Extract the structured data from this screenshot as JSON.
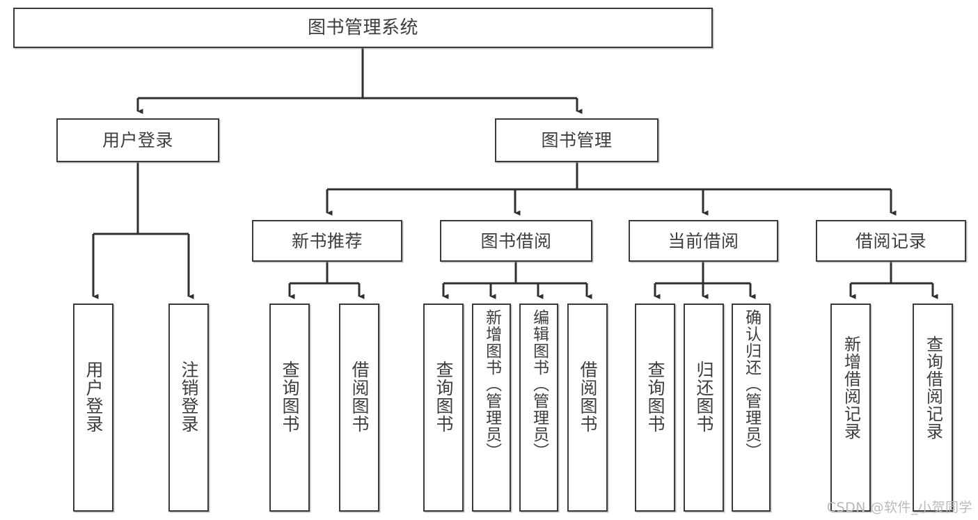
{
  "diagram": {
    "type": "tree-hierarchy",
    "title": "图书管理系统",
    "watermark": "CSDN @软件_小贺同学",
    "colors": {
      "box_border": "#3a3a3a",
      "box_fill": "#ffffff",
      "edge": "#2f2f2f",
      "text": "#3d3d3d",
      "watermark": "#b9b9b9",
      "background": "#ffffff"
    },
    "nodes": {
      "root": {
        "label": "图书管理系统",
        "level": 1
      },
      "user_login": {
        "label": "用户登录",
        "level": 2
      },
      "book_manage": {
        "label": "图书管理",
        "level": 2
      },
      "new_book_rec": {
        "label": "新书推荐",
        "level": 3
      },
      "book_borrow": {
        "label": "图书借阅",
        "level": 3
      },
      "current_borrow": {
        "label": "当前借阅",
        "level": 3
      },
      "borrow_record": {
        "label": "借阅记录",
        "level": 3
      },
      "leaf_user_login": {
        "label": "用户登录",
        "level": 4
      },
      "leaf_logout_login": {
        "label": "注销登录",
        "level": 4
      },
      "leaf_query_book_a": {
        "label": "查询图书",
        "level": 4
      },
      "leaf_borrow_book_a": {
        "label": "借阅图书",
        "level": 4
      },
      "leaf_query_book_b": {
        "label": "查询图书",
        "level": 4
      },
      "leaf_add_book": {
        "label": "新增图书（管理员）",
        "level": 4
      },
      "leaf_edit_book": {
        "label": "编辑图书（管理员）",
        "level": 4
      },
      "leaf_borrow_book_b": {
        "label": "借阅图书",
        "level": 4
      },
      "leaf_query_book_c": {
        "label": "查询图书",
        "level": 4
      },
      "leaf_return_book": {
        "label": "归还图书",
        "level": 4
      },
      "leaf_confirm_return": {
        "label": "确认归还（管理员）",
        "level": 4
      },
      "leaf_add_record": {
        "label": "新增借阅记录",
        "level": 4
      },
      "leaf_query_record": {
        "label": "查询借阅记录",
        "level": 4
      }
    },
    "edges": [
      {
        "from": "root",
        "to": "user_login"
      },
      {
        "from": "root",
        "to": "book_manage"
      },
      {
        "from": "user_login",
        "to": "leaf_user_login"
      },
      {
        "from": "user_login",
        "to": "leaf_logout_login"
      },
      {
        "from": "book_manage",
        "to": "new_book_rec"
      },
      {
        "from": "book_manage",
        "to": "book_borrow"
      },
      {
        "from": "book_manage",
        "to": "current_borrow"
      },
      {
        "from": "book_manage",
        "to": "borrow_record"
      },
      {
        "from": "new_book_rec",
        "to": "leaf_query_book_a"
      },
      {
        "from": "new_book_rec",
        "to": "leaf_borrow_book_a"
      },
      {
        "from": "book_borrow",
        "to": "leaf_query_book_b"
      },
      {
        "from": "book_borrow",
        "to": "leaf_add_book"
      },
      {
        "from": "book_borrow",
        "to": "leaf_edit_book"
      },
      {
        "from": "book_borrow",
        "to": "leaf_borrow_book_b"
      },
      {
        "from": "current_borrow",
        "to": "leaf_query_book_c"
      },
      {
        "from": "current_borrow",
        "to": "leaf_return_book"
      },
      {
        "from": "current_borrow",
        "to": "leaf_confirm_return"
      },
      {
        "from": "borrow_record",
        "to": "leaf_add_record"
      },
      {
        "from": "borrow_record",
        "to": "leaf_query_record"
      }
    ]
  }
}
